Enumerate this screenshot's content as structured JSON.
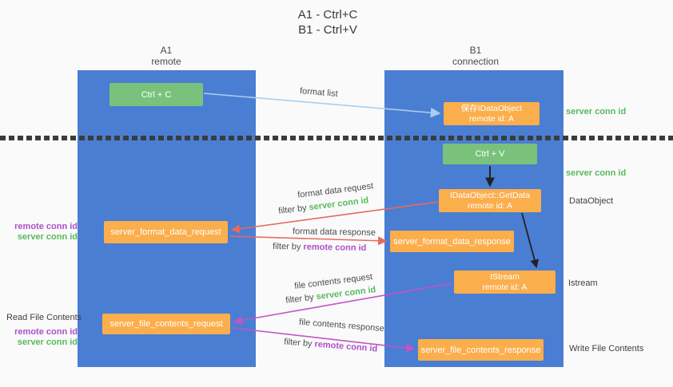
{
  "title": {
    "line1": "A1 - Ctrl+C",
    "line2": "B1 - Ctrl+V"
  },
  "lanes": {
    "left": {
      "name": "A1",
      "role": "remote"
    },
    "right": {
      "name": "B1",
      "role": "connection"
    }
  },
  "nodes": {
    "ctrl_c": {
      "label": "Ctrl + C"
    },
    "save_idataobject": {
      "line1": "保存IDataObject",
      "line2": "remote id: A"
    },
    "ctrl_v": {
      "label": "Ctrl + V"
    },
    "getdata": {
      "line1": "IDataObject::GetData",
      "line2": "remote id: A"
    },
    "format_request": {
      "label": "server_format_data_request"
    },
    "format_response": {
      "label": "server_format_data_response"
    },
    "istream": {
      "line1": "IStream",
      "line2": "remote id: A"
    },
    "file_request": {
      "label": "server_file_contents_request"
    },
    "file_response": {
      "label": "server_file_contents_response"
    }
  },
  "edges": {
    "format_list": {
      "label": "format list"
    },
    "format_data_request": {
      "label": "format data request",
      "filter_prefix": "filter by",
      "filter_value": "server conn id"
    },
    "format_data_response": {
      "label": "format data response",
      "filter_prefix": "filter by",
      "filter_value": "remote conn id"
    },
    "file_contents_request": {
      "label": "file contents request",
      "filter_prefix": "filter by",
      "filter_value": "server conn id"
    },
    "file_contents_response": {
      "label": "file contents response",
      "filter_prefix": "filter by",
      "filter_value": "remote conn id"
    }
  },
  "annotations": {
    "server_conn_id_right_top": "server conn id",
    "server_conn_id_right_mid": "server conn id",
    "dataobject": "DataObject",
    "istream": "Istream",
    "write_file_contents": "Write File Contents",
    "read_file_contents": "Read File Contents",
    "left_format": {
      "remote": "remote conn id",
      "server": "server conn id"
    },
    "left_file": {
      "remote": "remote conn id",
      "server": "server conn id"
    }
  },
  "colors": {
    "lane_blue": "#4a7ed2",
    "node_green": "#7ac27c",
    "node_orange": "#fbae4c",
    "accent_green": "#57ba5f",
    "accent_purple": "#ad4fc9",
    "arrow_red": "#e8695f",
    "arrow_magenta": "#c553c5",
    "arrow_light_blue": "#a9cdf0",
    "arrow_black": "#222222"
  }
}
